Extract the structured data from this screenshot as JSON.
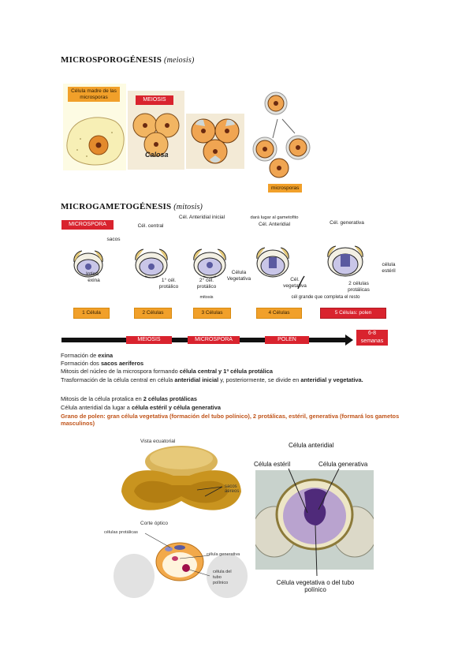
{
  "section1": {
    "title": "MICROSPOROGÉNESIS",
    "subtitle": "(meiosis)",
    "label_madre": "Célula madre de las microsporas",
    "tag_meiosis": "MEIOSIS",
    "label_calosa": "Calosa",
    "label_microsporas": "microsporas"
  },
  "section2": {
    "title": "MICROGAMETOGÉNESIS",
    "subtitle": "(mitosis)",
    "tag_microspora": "MICROSPORA",
    "labels": {
      "cel_central": "Cél. central",
      "cel_anteridial_inicial": "Cél. Anteridial inicial",
      "dara_lugar": "dará lugar al gametofito",
      "cel_anteridial": "Cél. Anteridial",
      "cel_generativa": "Cél. generativa",
      "sacos": "sacos",
      "intina": "Intina",
      "exina": "exina",
      "primera_protalica": "1° cél. protálico",
      "segunda_protalica": "2° cél. protálico",
      "mitosis": "mitosis",
      "celula_vegetativa": "Célula Vegetativa",
      "cel_vegetativa": "Cél. vegetativa",
      "celula_esteril": "célula estéril",
      "dos_celulas_protalicas": "2 células protálicas",
      "cel_grande": "cél grande que completa el resto"
    },
    "stages": [
      "1 Célula",
      "2 Células",
      "3 Células",
      "4 Células",
      "5 Células: polen"
    ],
    "timeline": [
      "MEIOSIS",
      "MICROSPORA",
      "POLEN",
      "6-8 semanas"
    ]
  },
  "text": {
    "l1a": "Formación de ",
    "l1b": "exina",
    "l2a": "Formación dos ",
    "l2b": "sacos aeríferos",
    "l3a": "Mitosis del núcleo de la microspora formando ",
    "l3b": "célula central y 1ª célula protálica",
    "l4a": "Trasformación de la célula central en célula ",
    "l4b": "anteridial inicial",
    "l4c": " y, posteriormente, se divide en ",
    "l4d": "anteridial y vegetativa.",
    "l5a": "Mitosis de la célula protalica en ",
    "l5b": "2 células protálicas",
    "l6a": "Célula anteridial da lugar a ",
    "l6b": "célula estéril y célula generativa",
    "l7": "Grano de polen: gran célula vegetativa (formación del tubo polínico), 2 protálicas, estéril, generativa (formará los gametos masculinos)"
  },
  "figure_left": {
    "vista": "Vista ecuatorial",
    "sacos_aereos": "sacos aéreos",
    "corte": "Corte óptico",
    "celulas_protalicas": "células protálicas",
    "celula_generativa": "célula generativa",
    "celula_tubo": "célula del tubo polínico"
  },
  "figure_right": {
    "anteridial": "Célula anteridial",
    "esteril": "Célula estéril",
    "generativa": "Célula generativa",
    "vegetativa": "Célula vegetativa o del tubo polínico"
  },
  "colors": {
    "accent_red": "#d9232e",
    "stage_orange": "#f1a02a",
    "text_orange": "#c0541a"
  }
}
